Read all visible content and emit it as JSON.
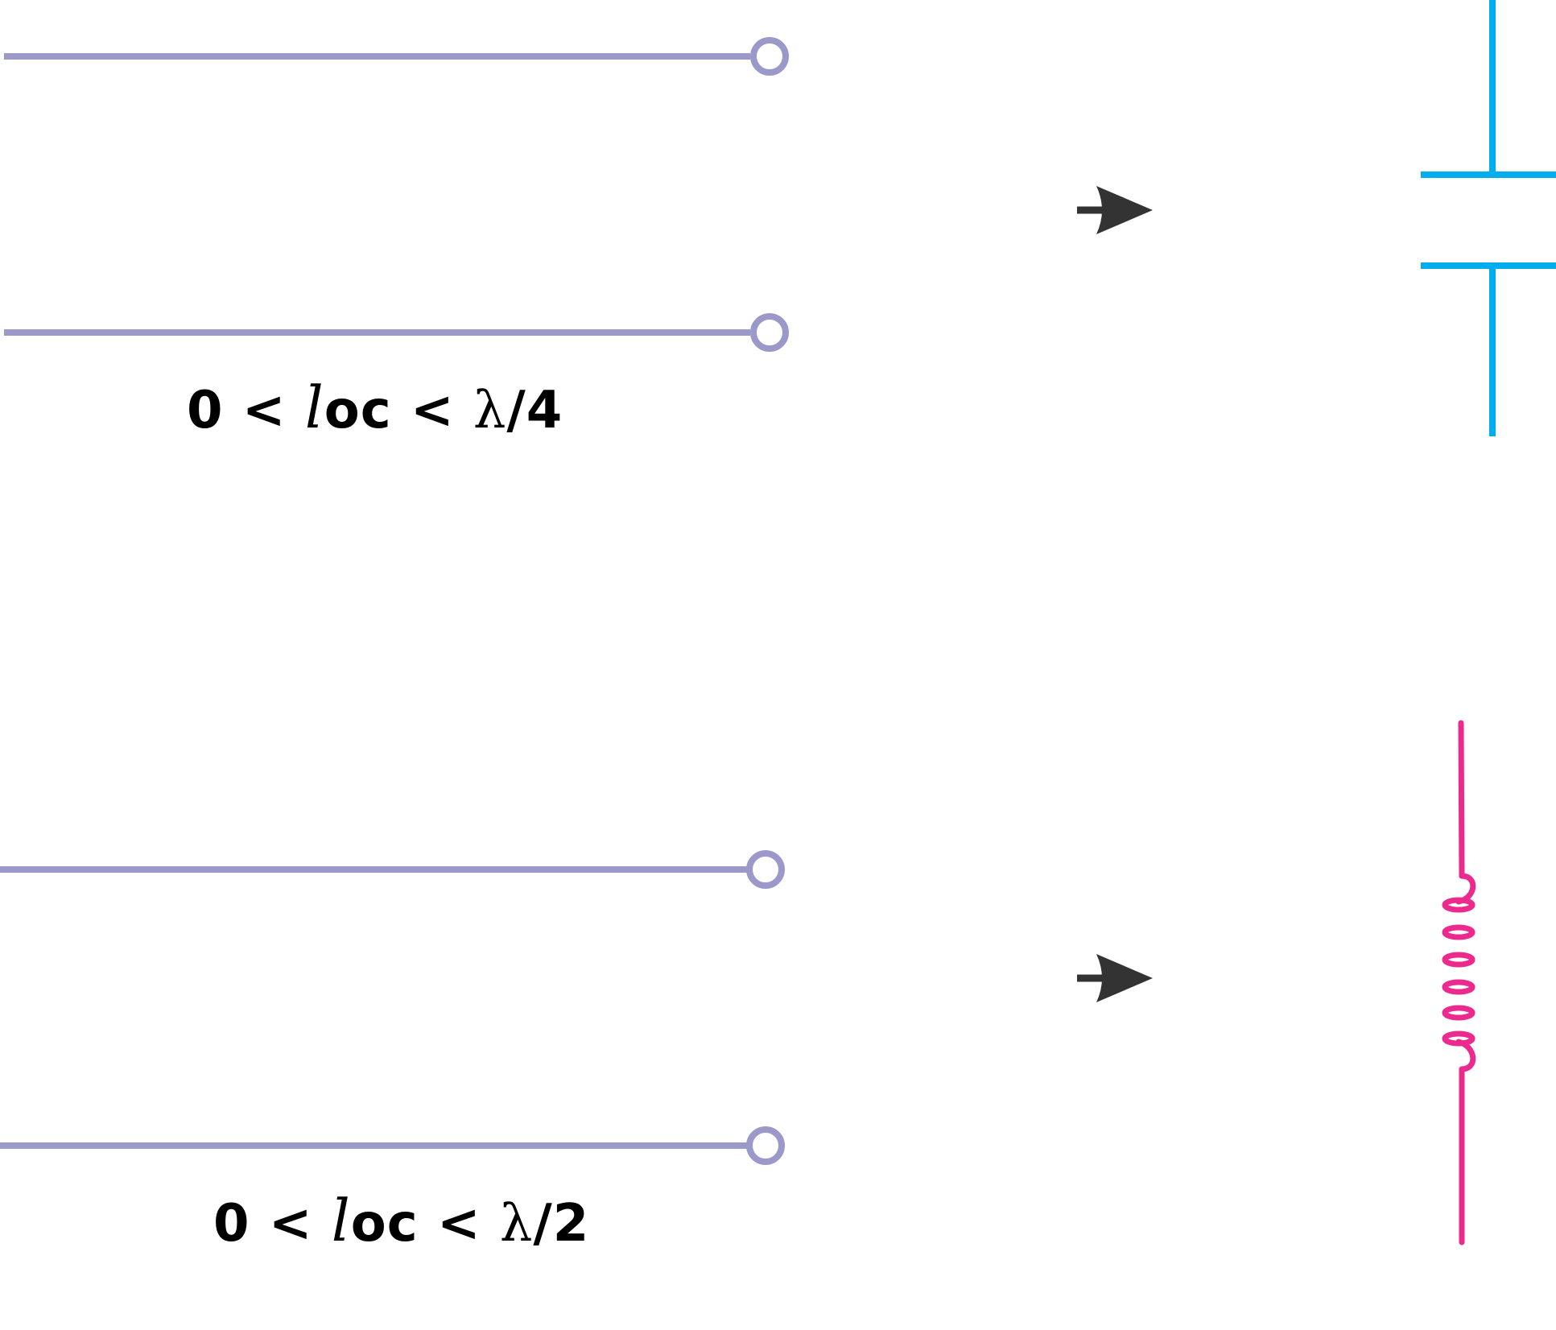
{
  "colors": {
    "line": "#9b98ca",
    "arrow": "#333333",
    "capacitor": "#00aeef",
    "inductor": "#ec2a8e",
    "text": "#000000"
  },
  "top_case": {
    "label_prefix": "0 < ",
    "ell": "l",
    "label_middle": "oc < ",
    "lambda": "λ",
    "label_suffix": "/4",
    "equivalent": "capacitor-icon"
  },
  "bottom_case": {
    "label_prefix": "0 < ",
    "ell": "l",
    "label_middle": "oc < ",
    "lambda": "λ",
    "label_suffix": "/2",
    "equivalent": "inductor-icon"
  }
}
